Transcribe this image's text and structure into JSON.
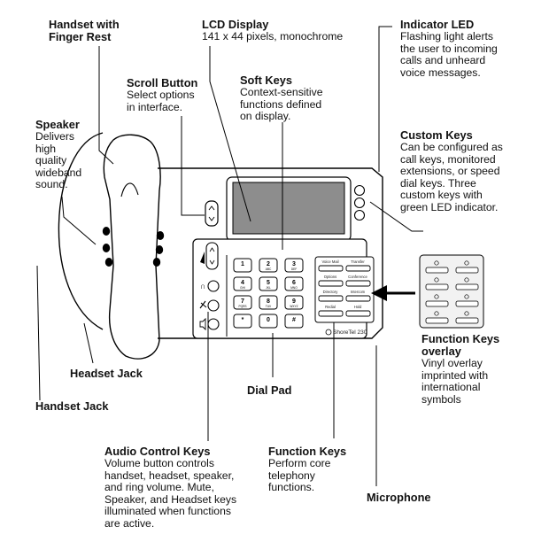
{
  "callouts": {
    "handset": {
      "title": "Handset with\nFinger Rest"
    },
    "lcd": {
      "title": "LCD Display",
      "desc": "141 x 44 pixels, monochrome"
    },
    "indicator": {
      "title": "Indicator LED",
      "desc": "Flashing light alerts\nthe user to incoming\ncalls and unheard\nvoice messages."
    },
    "scroll": {
      "title": "Scroll Button",
      "desc": "Select options\nin interface."
    },
    "softkeys": {
      "title": "Soft Keys",
      "desc": "Context-sensitive\nfunctions defined\non display."
    },
    "speaker": {
      "title": "Speaker",
      "desc": "Delivers\nhigh\nquality\nwideband\nsound."
    },
    "custom": {
      "title": "Custom Keys",
      "desc": "Can be configured as\ncall keys, monitored\nextensions, or speed\ndial keys. Three\ncustom keys with\ngreen LED indicator."
    },
    "overlay": {
      "title": "Function Keys\noverlay",
      "desc": "Vinyl overlay\nimprinted with\ninternational\nsymbols"
    },
    "headset_jack": {
      "title": "Headset Jack"
    },
    "handset_jack": {
      "title": "Handset Jack"
    },
    "dialpad": {
      "title": "Dial Pad"
    },
    "audio": {
      "title": "Audio Control Keys",
      "desc": "Volume button controls\nhandset, headset, speaker,\nand ring volume. Mute,\nSpeaker, and Headset keys\nilluminated when functions\nare active."
    },
    "function": {
      "title": "Function Keys",
      "desc": "Perform core\ntelephony\nfunctions."
    },
    "microphone": {
      "title": "Microphone"
    }
  },
  "phone": {
    "brand": "ShoreTel 230",
    "dial_keys": [
      {
        "num": "1",
        "sub": ""
      },
      {
        "num": "2",
        "sub": "ABC"
      },
      {
        "num": "3",
        "sub": "DEF"
      },
      {
        "num": "4",
        "sub": "GHI"
      },
      {
        "num": "5",
        "sub": "JKL"
      },
      {
        "num": "6",
        "sub": "MNO"
      },
      {
        "num": "7",
        "sub": "PQRS"
      },
      {
        "num": "8",
        "sub": "TUV"
      },
      {
        "num": "9",
        "sub": "WXYZ"
      },
      {
        "num": "*",
        "sub": ""
      },
      {
        "num": "0",
        "sub": ""
      },
      {
        "num": "#",
        "sub": ""
      }
    ],
    "function_keys": [
      "Voice Mail",
      "Transfer",
      "Options",
      "Conference",
      "Directory",
      "Intercom",
      "Redial",
      "Hold"
    ]
  }
}
